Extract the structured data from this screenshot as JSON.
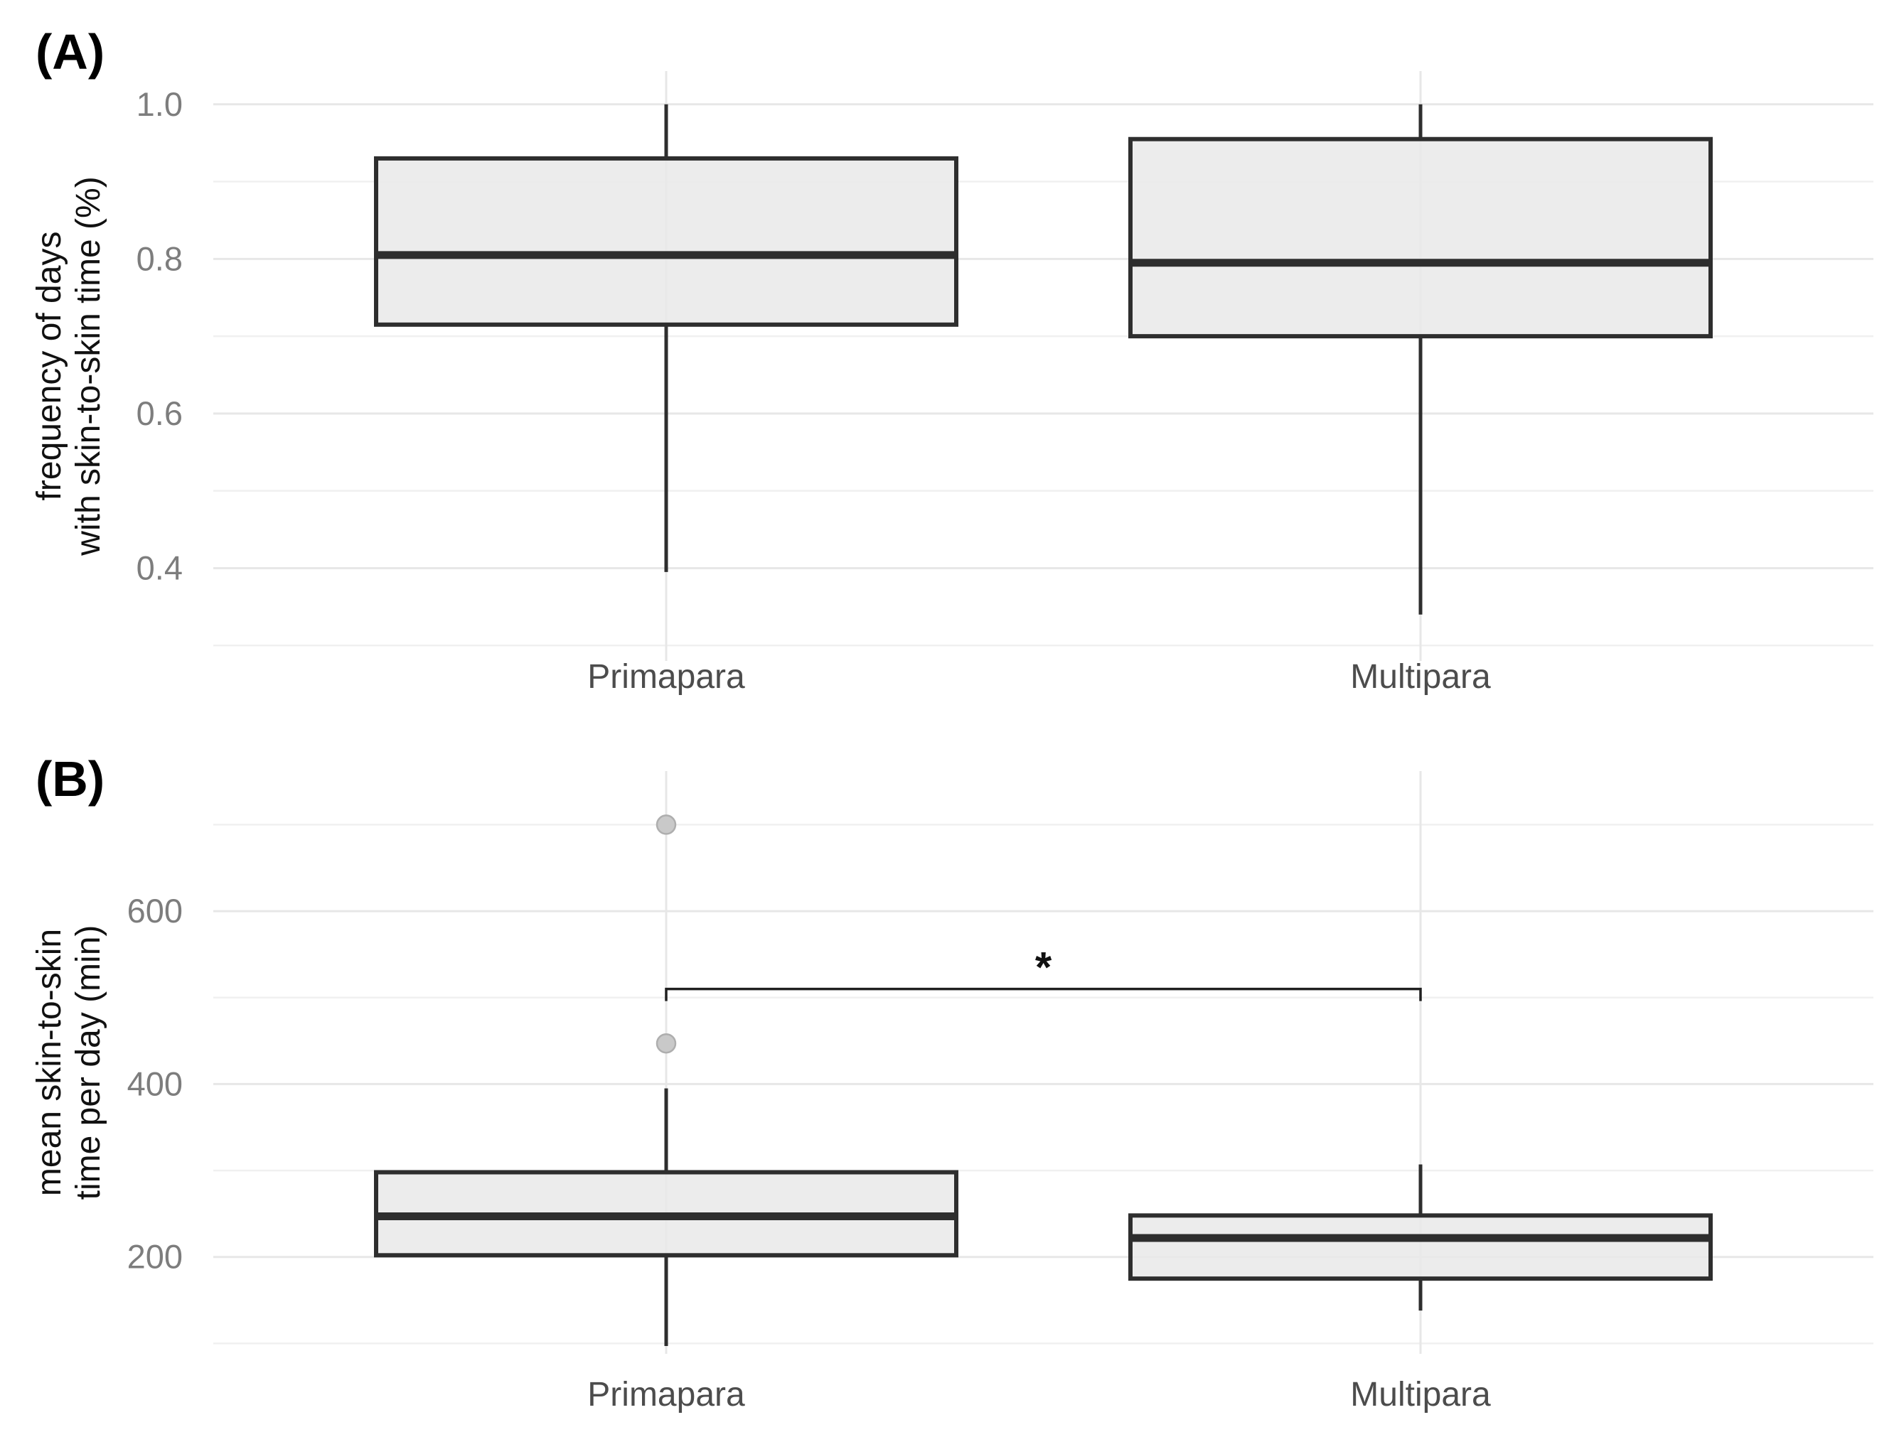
{
  "figure": {
    "background": "#ffffff",
    "panel_count": 2
  },
  "chart_data": [
    {
      "type": "boxplot",
      "panel_label": "(A)",
      "ylabel_lines": [
        "frequency of days",
        "with skin-to-skin time (%)"
      ],
      "xlabel": "",
      "categories": [
        "Primapara",
        "Multipara"
      ],
      "ylim": [
        0.28,
        1.043
      ],
      "grid": true,
      "legend": "none",
      "yticks_major": {
        "values": [
          1.0,
          0.8,
          0.6,
          0.4
        ],
        "labels": [
          "1.0",
          "0.8",
          "0.6",
          "0.4"
        ]
      },
      "yticks_minor": [
        0.9,
        0.7,
        0.5,
        0.3
      ],
      "series": [
        {
          "name": "Primapara",
          "whisker_low": 0.395,
          "q1": 0.715,
          "median": 0.805,
          "q3": 0.93,
          "whisker_high": 1.0,
          "outliers": []
        },
        {
          "name": "Multipara",
          "whisker_low": 0.34,
          "q1": 0.7,
          "median": 0.795,
          "q3": 0.955,
          "whisker_high": 1.0,
          "outliers": []
        }
      ]
    },
    {
      "type": "boxplot",
      "panel_label": "(B)",
      "ylabel_lines": [
        "mean skin-to-skin",
        "time per day (min)"
      ],
      "xlabel": "",
      "categories": [
        "Primapara",
        "Multipara"
      ],
      "ylim": [
        88,
        762
      ],
      "grid": true,
      "legend": "none",
      "yticks_major": {
        "values": [
          600,
          400,
          200
        ],
        "labels": [
          "600",
          "400",
          "200"
        ]
      },
      "yticks_minor": [
        700,
        500,
        300,
        100
      ],
      "series": [
        {
          "name": "Primapara",
          "whisker_low": 97,
          "q1": 202,
          "median": 247,
          "q3": 298,
          "whisker_high": 395,
          "outliers": [
            447,
            700
          ]
        },
        {
          "name": "Multipara",
          "whisker_low": 138,
          "q1": 175,
          "median": 222,
          "q3": 248,
          "whisker_high": 307,
          "outliers": []
        }
      ],
      "significance": {
        "label": "*",
        "from": "Primapara",
        "to": "Multipara",
        "y_value": 510
      }
    }
  ],
  "style": {
    "box_fill": "#e9e9e9",
    "box_stroke": "#2e2e2e",
    "median_stroke": "#2e2e2e",
    "whisker_stroke": "#2e2e2e",
    "grid_major": "#e7e7e7",
    "grid_minor": "#f0f0f0",
    "category_gridline": "#e7e7e7",
    "outlier_fill": "#c9c9c9",
    "outlier_stroke": "#aeaeae",
    "bracket_stroke": "#1f1f1f",
    "tick_label_color": "#7d7d7d",
    "category_label_color": "#4c4c4c"
  }
}
